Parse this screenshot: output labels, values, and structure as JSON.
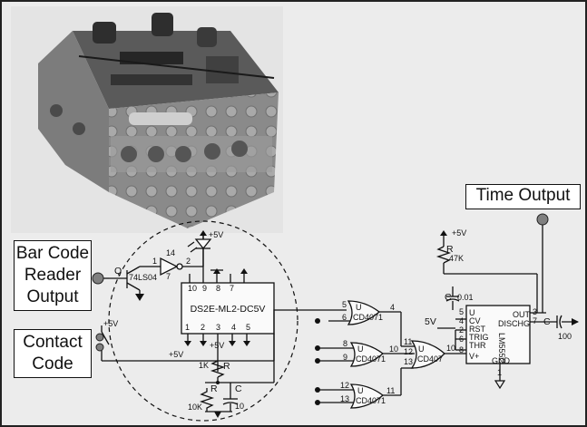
{
  "labels": {
    "time_output": "Time Output",
    "bar_code": [
      "Bar Code",
      "Reader",
      "Output"
    ],
    "contact_code": [
      "Contact",
      "Code"
    ]
  },
  "supply": {
    "plus5v_a": "+5V",
    "plus5v_b": "+5V",
    "plus5v_c": "+5V",
    "plus5v_d": "+5V",
    "plus5v_e": "+5V",
    "minus5v": "5V"
  },
  "transistor": {
    "ref": "Q",
    "part": "74LS04"
  },
  "inverter": {
    "pin_in": "1",
    "pin_vcc": "14",
    "pin_out": "2",
    "pin_gnd": "7"
  },
  "relay": {
    "part": "DS2E-ML2-DC5V",
    "top_pins": [
      "10",
      "9",
      "8",
      "7"
    ],
    "bottom_pins": [
      "1",
      "2",
      "3",
      "4",
      "5"
    ]
  },
  "passives": {
    "r_1k": "1K",
    "r_letter_a": "R",
    "r_10k": "10K",
    "r_letter_b": "R",
    "c_letter": "C",
    "c_10": "10",
    "r_47k_letter": "R",
    "r_47k": "47K",
    "c_001_letter": "C",
    "c_001": "0.01",
    "c_100_letter": "C",
    "c_100": "100"
  },
  "gates": [
    {
      "u": "U",
      "part": "CD4071",
      "in_a": "5",
      "in_b": "6",
      "out": "4"
    },
    {
      "u": "U",
      "part": "CD4071",
      "in_a": "8",
      "in_b": "9",
      "out": "10"
    },
    {
      "u": "U",
      "part": "CD4071",
      "in_a": "12",
      "in_b": "13",
      "out": "11"
    },
    {
      "u": "U",
      "part": "CD407",
      "in_a": "11",
      "in_b": "12",
      "in_c": "13",
      "out": "10"
    }
  ],
  "timer": {
    "part": "LM555C",
    "left_pins": [
      "U",
      "CV",
      "RST",
      "TRIG",
      "THR",
      "V+"
    ],
    "left_nums": [
      "5",
      "4",
      "2",
      "6",
      "8"
    ],
    "right_pins": [
      "OUT",
      "DISCHG"
    ],
    "right_nums": [
      "3",
      "7"
    ],
    "gnd_label": "GND",
    "gnd_num": "1"
  }
}
